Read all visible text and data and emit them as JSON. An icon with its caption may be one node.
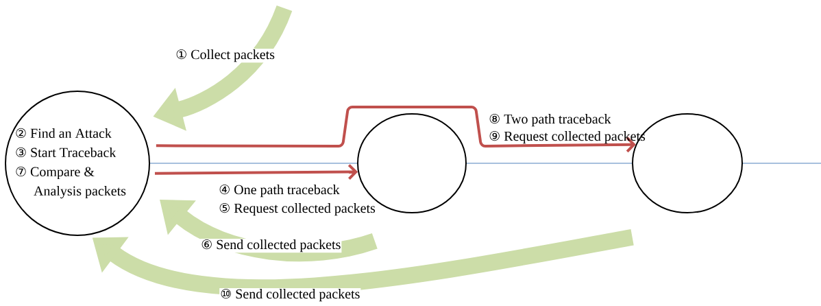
{
  "diagram": {
    "nodes": [
      {
        "text": [
          "② Find an Attack",
          "③ Start Traceback",
          "⑦ Compare & Analysis packets"
        ]
      },
      {
        "text": [],
        "shape": "circle"
      },
      {
        "text": [],
        "shape": "circle"
      }
    ],
    "edges": [
      {
        "from": null,
        "to": 0,
        "arrow": "to",
        "label": "① Collect packets",
        "style": "thick",
        "color": "#ccdda8"
      },
      {
        "from": 0,
        "to": 2,
        "arrow": "to",
        "color": "#c0504d"
      },
      {
        "from": 0,
        "to": 1,
        "arrow": "to",
        "color": "#c0504d"
      },
      {
        "from": 1,
        "to": 0,
        "arrow": "to",
        "label": "⑥ Send collected packets",
        "style": "thick",
        "color": "#ccdda8"
      },
      {
        "from": 2,
        "to": 0,
        "arrow": "to",
        "label": "⑩ Send collected packets",
        "style": "thick",
        "color": "#ccdda8"
      },
      {
        "from": 0,
        "to": 1,
        "arrow": "none",
        "color": "#4f81bd"
      },
      {
        "from": 1,
        "to": 2,
        "arrow": "none",
        "color": "#4f81bd"
      },
      {
        "from": 2,
        "to": null,
        "arrow": "none",
        "color": "#4f81bd"
      }
    ],
    "labels": [
      "④ One path traceback",
      "⑤ Request collected packets",
      "⑧ Two path traceback",
      "⑨ Request collected packets"
    ]
  }
}
